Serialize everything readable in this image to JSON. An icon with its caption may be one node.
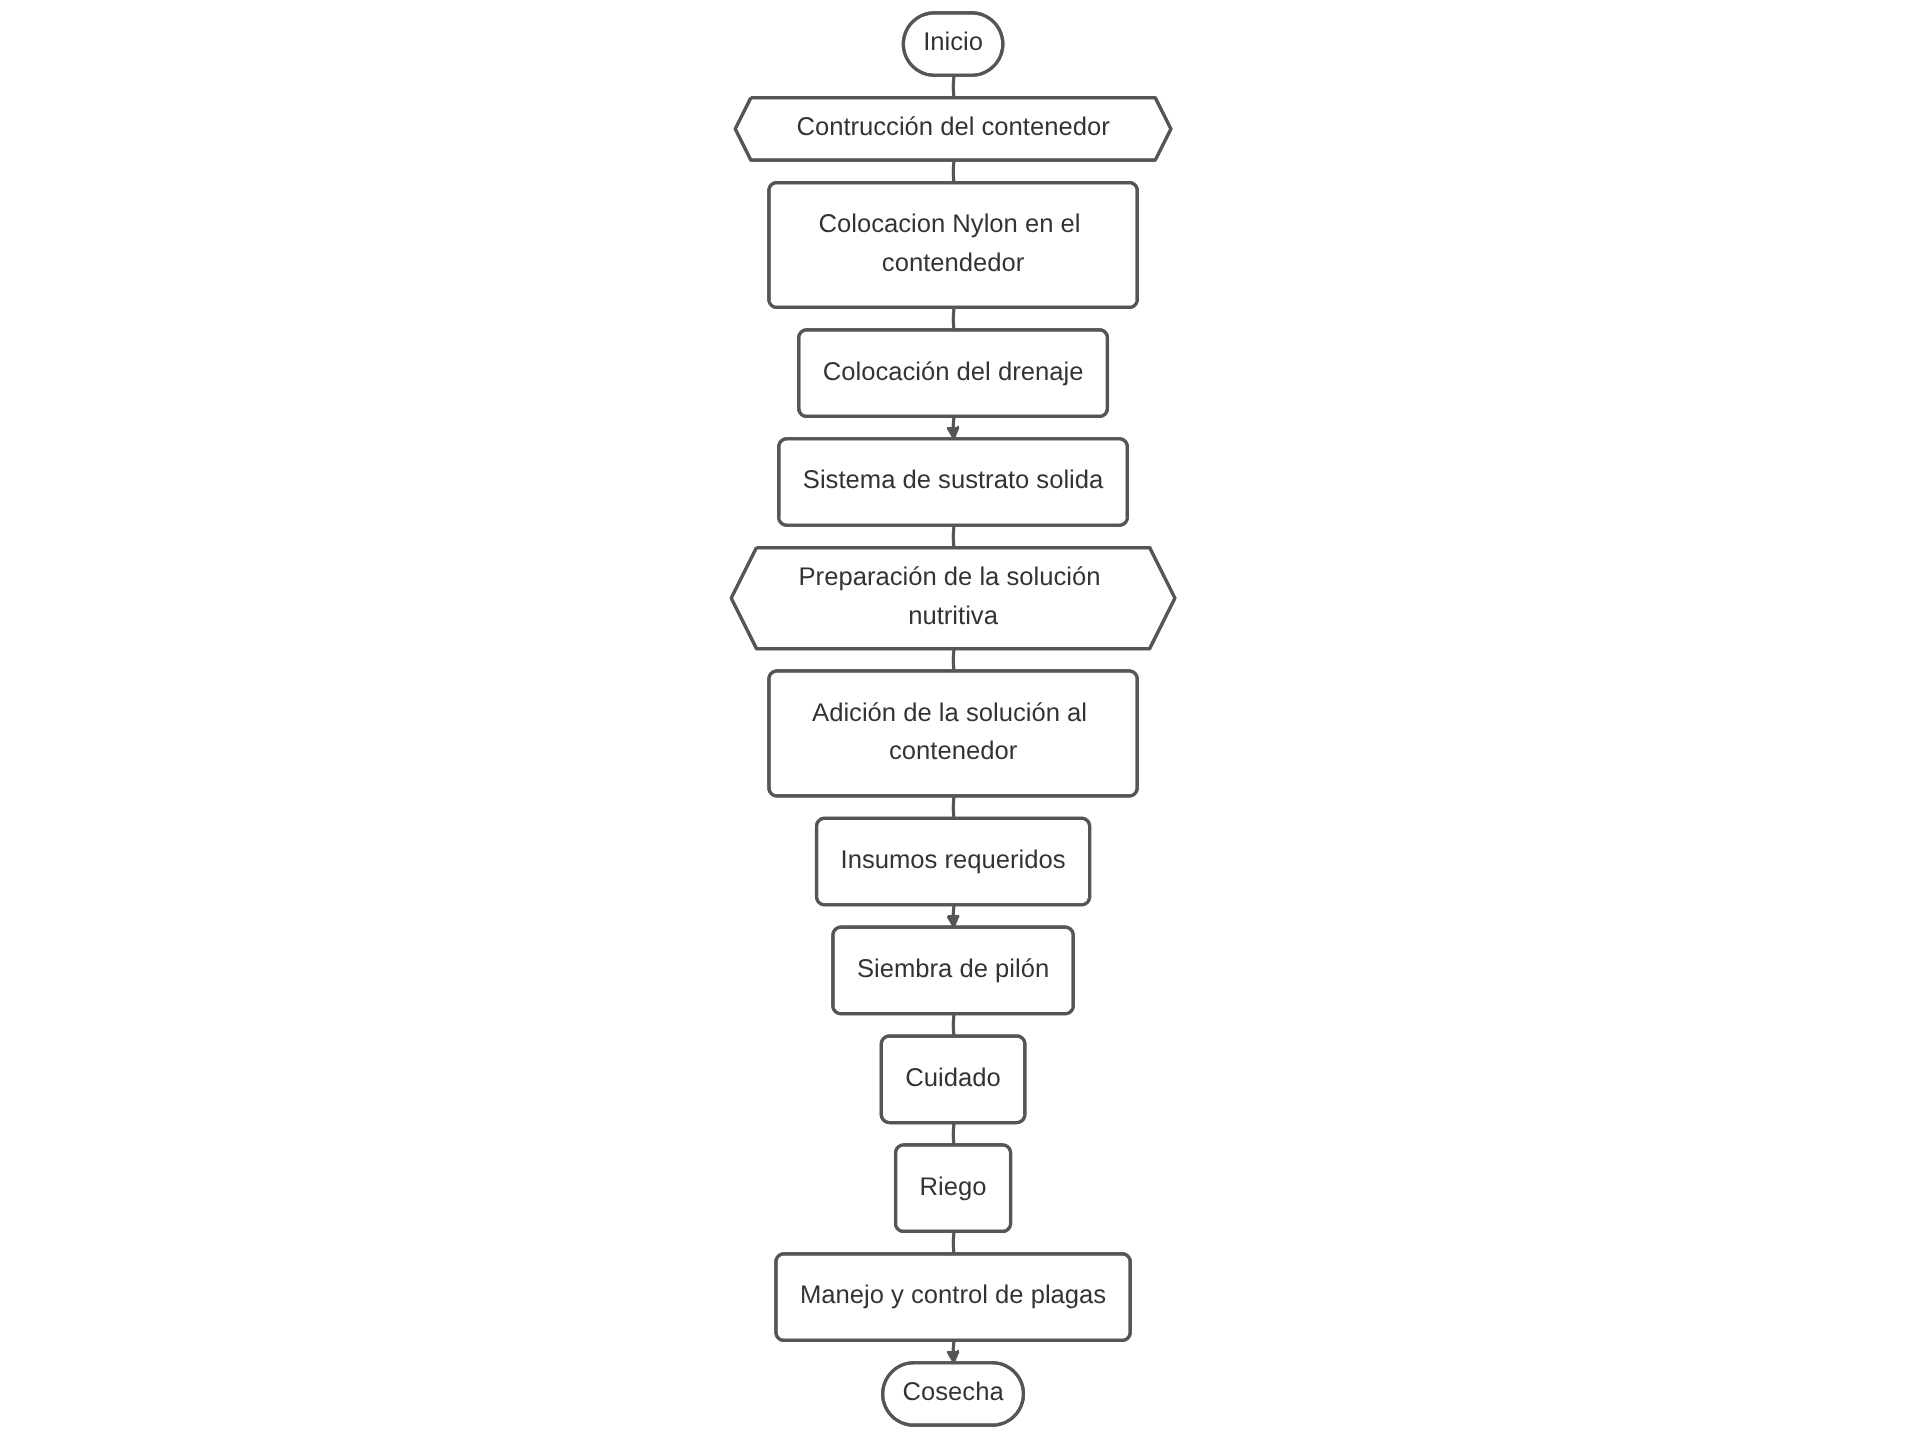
{
  "diagram": {
    "nodes": [
      {
        "text": [
          "Inicio"
        ]
      },
      {
        "text": [
          "Contrucción del contenedor"
        ]
      },
      {
        "text": [
          "Colocacion Nylon en el contendedor"
        ]
      },
      {
        "text": [
          "Colocación del drenaje"
        ]
      },
      {
        "text": [
          "Sistema de sustrato solida"
        ]
      },
      {
        "text": [
          "Preparación de la solución nutritiva"
        ]
      },
      {
        "text": [
          "Adición de la solución al contenedor"
        ]
      },
      {
        "text": [
          "Insumos requeridos"
        ]
      },
      {
        "text": [
          "Siembra de pilón"
        ]
      },
      {
        "text": [
          "Cuidado"
        ]
      },
      {
        "text": [
          "Riego"
        ]
      },
      {
        "text": [
          "Manejo y control de plagas"
        ]
      },
      {
        "text": [
          "Cosecha"
        ]
      }
    ],
    "edges": [
      {
        "from": 0,
        "to": 1,
        "arrow": "none"
      },
      {
        "from": 1,
        "to": 2,
        "arrow": "none"
      },
      {
        "from": 2,
        "to": 3,
        "arrow": "none"
      },
      {
        "from": 3,
        "to": 4,
        "arrow": "to"
      },
      {
        "from": 4,
        "to": 5,
        "arrow": "none"
      },
      {
        "from": 5,
        "to": 6,
        "arrow": "none"
      },
      {
        "from": 6,
        "to": 7,
        "arrow": "none"
      },
      {
        "from": 7,
        "to": 8,
        "arrow": "to"
      },
      {
        "from": 8,
        "to": 9,
        "arrow": "none"
      },
      {
        "from": 9,
        "to": 10,
        "arrow": "none"
      },
      {
        "from": 10,
        "to": 11,
        "arrow": "none"
      },
      {
        "from": 11,
        "to": 12,
        "arrow": "to"
      }
    ]
  }
}
